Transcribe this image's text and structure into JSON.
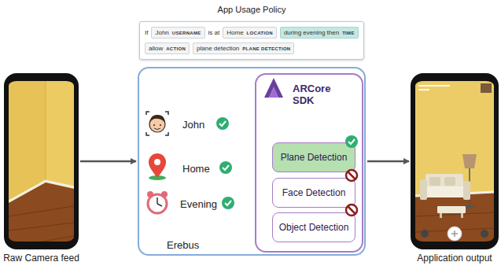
{
  "diagram": {
    "nodes": [
      {
        "text": [
          "App Usage Policy",
          "If",
          "is at"
        ]
      },
      {
        "text": [
          "John",
          "USERNAME"
        ],
        "in": 0
      },
      {
        "text": [
          "Home",
          "LOCATION"
        ],
        "in": 0
      },
      {
        "text": [
          "during evening then",
          "TIME"
        ],
        "in": 0
      },
      {
        "text": [
          "allow",
          "ACTION"
        ],
        "in": 0
      },
      {
        "text": [
          "plane detection",
          "PLANE DETECTION"
        ],
        "in": 0
      },
      {
        "text": [
          "Raw Camera feed"
        ]
      },
      {
        "text": [
          "John",
          "Home",
          "Evening",
          "Erebus"
        ]
      },
      {
        "text": [
          "ARCore SDK"
        ],
        "in": 7
      },
      {
        "text": [
          "Plane Detection"
        ],
        "in": 8
      },
      {
        "text": [
          "Face Detection"
        ],
        "in": 8
      },
      {
        "text": [
          "Object Detection"
        ],
        "in": 8
      },
      {
        "text": [
          "Application output"
        ]
      }
    ],
    "edges": [
      {
        "from": 6,
        "to": 7,
        "arrow": "to"
      },
      {
        "from": 7,
        "to": 12,
        "arrow": "to"
      }
    ]
  }
}
